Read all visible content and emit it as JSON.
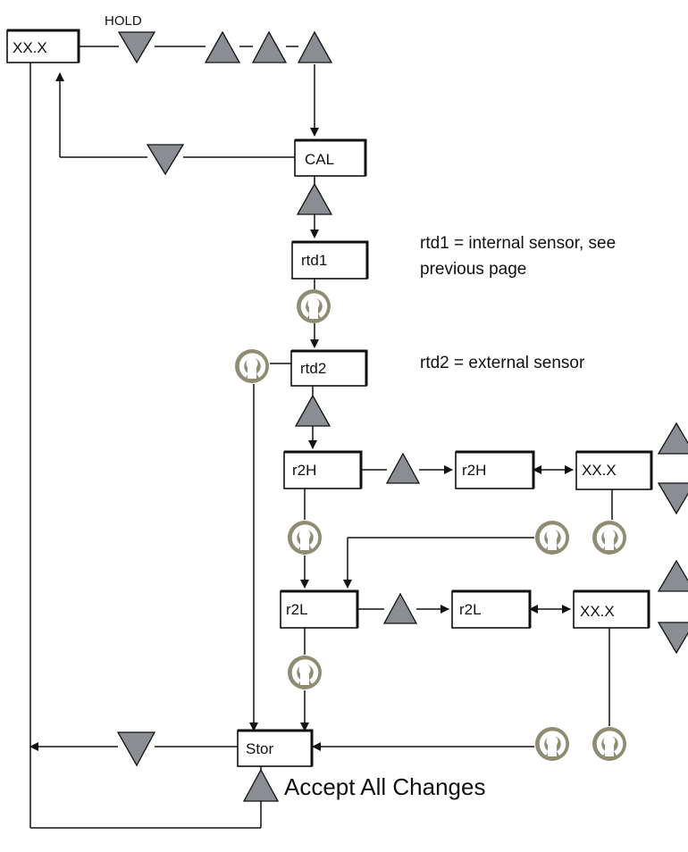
{
  "hold_label": "HOLD",
  "boxes": {
    "top_display": "XX.X",
    "cal": "CAL",
    "rtd1": "rtd1",
    "rtd2": "rtd2",
    "r2h_left": "r2H",
    "r2h_right": "r2H",
    "r2h_value": "XX.X",
    "r2l_left": "r2L",
    "r2l_right": "r2L",
    "r2l_value": "XX.X",
    "stor": "Stor"
  },
  "notes": {
    "rtd1_line1": "rtd1 = internal sensor, see",
    "rtd1_line2": "previous page",
    "rtd2": "rtd2 = external sensor"
  },
  "accept_label": "Accept All Changes",
  "icons": {
    "up": "up-arrow-key-icon",
    "down": "down-arrow-key-icon",
    "knob": "rotary-knob-icon"
  },
  "colors": {
    "key_fill": "#8a8d92",
    "knob_fill": "#8f8c74",
    "line": "#111111"
  }
}
